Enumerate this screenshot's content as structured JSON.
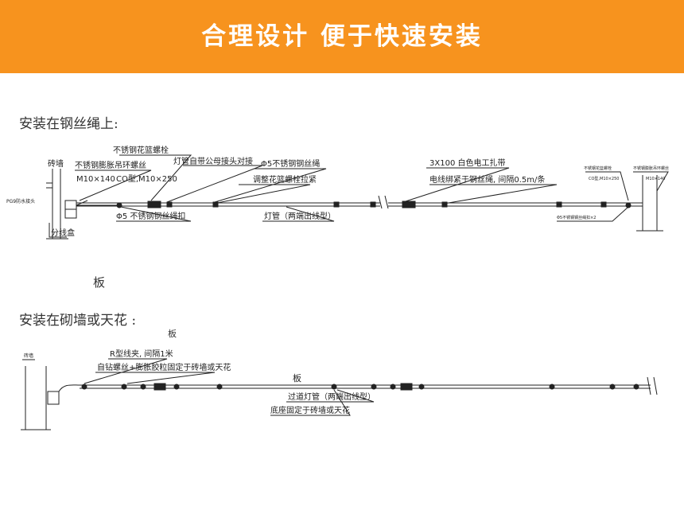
{
  "banner": {
    "title": "合理设计 便于快速安装",
    "bg_color": "#f7931e"
  },
  "section1": {
    "heading": "安装在钢丝绳上:",
    "labels": {
      "brick_wall": "砖墙",
      "pg_connector": "PG9防水接头",
      "junction_box": "分线盒",
      "expansion_bolt": "不锈钢膨胀吊环螺丝",
      "expansion_bolt_spec": "M10×140",
      "turnbuckle": "不锈钢花篮螺栓",
      "turnbuckle_spec": "CO型,M10×250",
      "connector": "灯管自带公母接头对接",
      "wire_rope": "Φ5不锈钢钢丝绳",
      "rope_clip": "Φ5 不锈钢钢丝绳扣",
      "adjust": "调整花篮螺栓拉紧",
      "tube": "灯管（两端出线型）",
      "cable_tie": "3X100 白色电工扎带",
      "tie_note": "电线绑紧于钢丝绳, 间隔0.5m/条",
      "right_turnbuckle": "不锈钢花篮螺栓",
      "right_turnbuckle_spec": "CO型,M10×250",
      "right_bolt": "不锈钢膨胀吊环螺丝",
      "right_bolt_spec": "M10×140",
      "right_rope_clip": "Φ5不锈钢钢丝绳扣×2"
    }
  },
  "stray_1": "板",
  "section2": {
    "heading": "安装在砌墙或天花 :",
    "labels": {
      "brick_wall": "砖墙",
      "r_clip": "R型线夹, 间隔1米",
      "screw": "自钻螺丝+膨胀胶粒固定于砖墙或天花",
      "board": "板",
      "tube": "过道灯管（两端出线型）",
      "base_fix": "底座固定于砖墙或天花"
    }
  },
  "stray_2": "板",
  "colors": {
    "line": "#222222",
    "text": "#333333"
  },
  "icons": [
    "break-mark-icon",
    "wall-hatch-icon"
  ]
}
